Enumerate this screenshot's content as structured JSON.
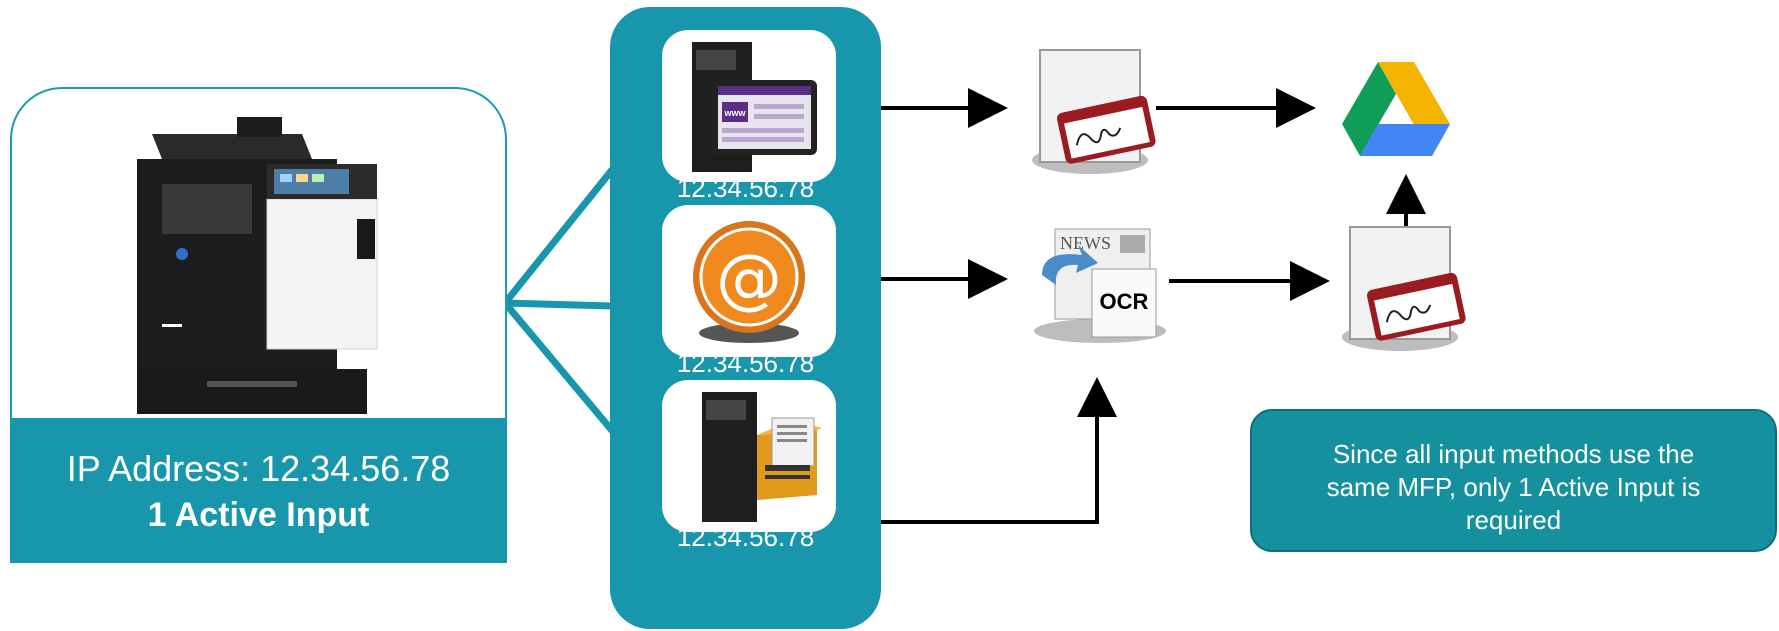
{
  "mfp": {
    "ip_label": "IP Address: 12.34.56.78",
    "active_label": "1 Active Input"
  },
  "inputs": [
    {
      "name": "web-browser-input",
      "ip": "12.34.56.78",
      "badge": "www"
    },
    {
      "name": "email-input",
      "ip": "12.34.56.78",
      "symbol": "@"
    },
    {
      "name": "scan-to-folder-input",
      "ip": "12.34.56.78"
    }
  ],
  "ocr": {
    "news_label": "NEWS",
    "ocr_label": "OCR"
  },
  "note": {
    "line1": "Since all input methods use the",
    "line2": "same MFP, only 1 Active Input is",
    "line3": "required"
  },
  "colors": {
    "teal": "#1896ab",
    "arrow": "#000000",
    "badge_red": "#9b1c20",
    "orange": "#f08a1e",
    "drive_green": "#0f9d58",
    "drive_yellow": "#f4b400",
    "drive_blue": "#4285f4"
  }
}
